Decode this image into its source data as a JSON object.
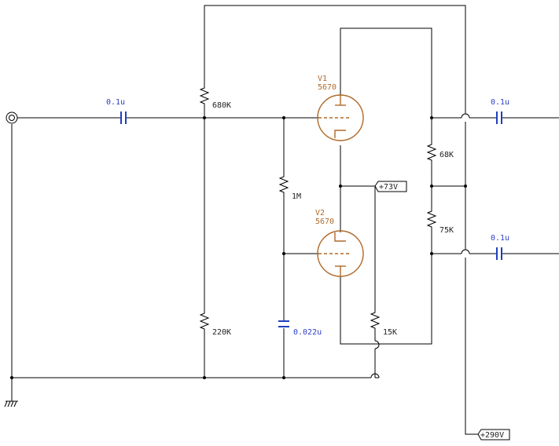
{
  "tubes": {
    "v1": {
      "name": "V1",
      "type": "5670"
    },
    "v2": {
      "name": "V2",
      "type": "5670"
    }
  },
  "resistors": {
    "r_680k": "680K",
    "r_220k": "220K",
    "r_1m": "1M",
    "r_68k": "68K",
    "r_75k": "75K",
    "r_15k": "15K"
  },
  "capacitors": {
    "c_in": "0.1u",
    "c_out_top": "0.1u",
    "c_out_bottom": "0.1u",
    "c_grid": "0.022u"
  },
  "supplies": {
    "mid": "+73V",
    "b_plus": "+290V"
  },
  "colors": {
    "tube": "#b06a2a",
    "capacitor": "#1f3fbf",
    "wire": "#000000"
  }
}
